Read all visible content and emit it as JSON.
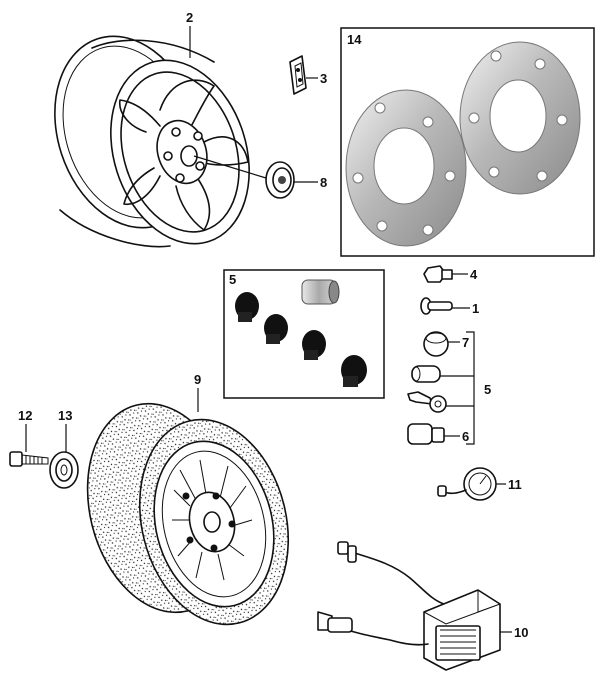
{
  "diagram": {
    "callouts": {
      "c1": "1",
      "c2": "2",
      "c3": "3",
      "c4": "4",
      "c5_box": "5",
      "c5_side": "5",
      "c6": "6",
      "c7": "7",
      "c8": "8",
      "c9": "9",
      "c10": "10",
      "c11": "11",
      "c12": "12",
      "c13": "13",
      "c14": "14"
    }
  }
}
